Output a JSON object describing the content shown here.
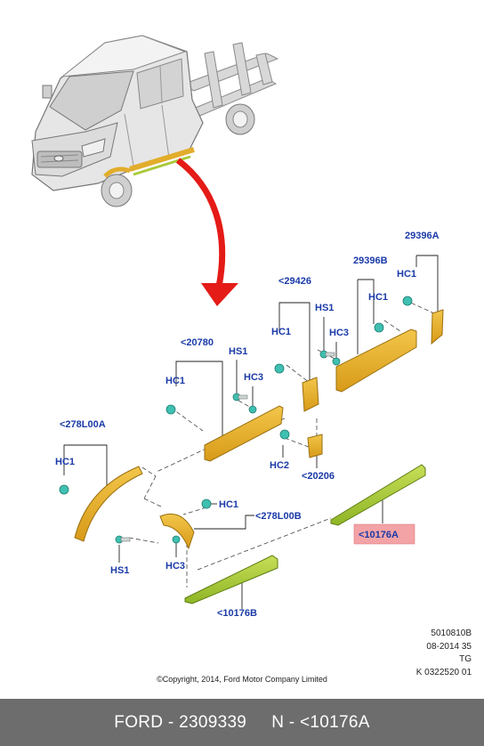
{
  "labels": {
    "l29396a": "29396A",
    "l29396b": "29396B",
    "l29426": "<29426",
    "l20780": "<20780",
    "l278l00a": "<278L00A",
    "l278l00b": "<278L00B",
    "l20206": "<20206",
    "l10176a": "<10176A",
    "l10176b": "<10176B",
    "hc1": "HC1",
    "hc2": "HC2",
    "hc3": "HC3",
    "hs1": "HS1"
  },
  "meta": {
    "code1": "5010810B",
    "code2": "08-2014 35",
    "code3": "TG",
    "code4": "K 0322520 01"
  },
  "copyright": "©Copyright, 2014, Ford Motor Company Limited",
  "footer": {
    "part": "FORD - 2309339",
    "ref": "N - <10176A"
  },
  "colors": {
    "label_blue": "#1a3aa8",
    "part_yellow": "#e2ad2c",
    "part_green": "#a9c93a",
    "clip_teal": "#3fc0b0",
    "highlight": "#f3a3a6",
    "arrow_red": "#e41b17",
    "footer_bg": "#6d6d6d"
  }
}
